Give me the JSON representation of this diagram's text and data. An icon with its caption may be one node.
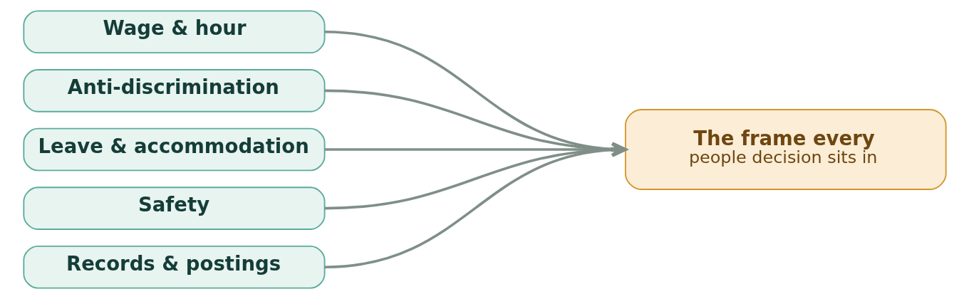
{
  "diagram": {
    "nodes": [
      {
        "text": [
          "Wage & hour"
        ]
      },
      {
        "text": [
          "Anti-discrimination"
        ]
      },
      {
        "text": [
          "Leave & accommodation"
        ]
      },
      {
        "text": [
          "Safety"
        ]
      },
      {
        "text": [
          "Records & postings"
        ]
      },
      {
        "text": [
          "The frame every",
          "people decision sits in"
        ]
      }
    ],
    "edges": [
      {
        "from": 0,
        "to": 5,
        "arrow": "to"
      },
      {
        "from": 1,
        "to": 5,
        "arrow": "to"
      },
      {
        "from": 2,
        "to": 5,
        "arrow": "to"
      },
      {
        "from": 3,
        "to": 5,
        "arrow": "to"
      },
      {
        "from": 4,
        "to": 5,
        "arrow": "to"
      }
    ]
  }
}
